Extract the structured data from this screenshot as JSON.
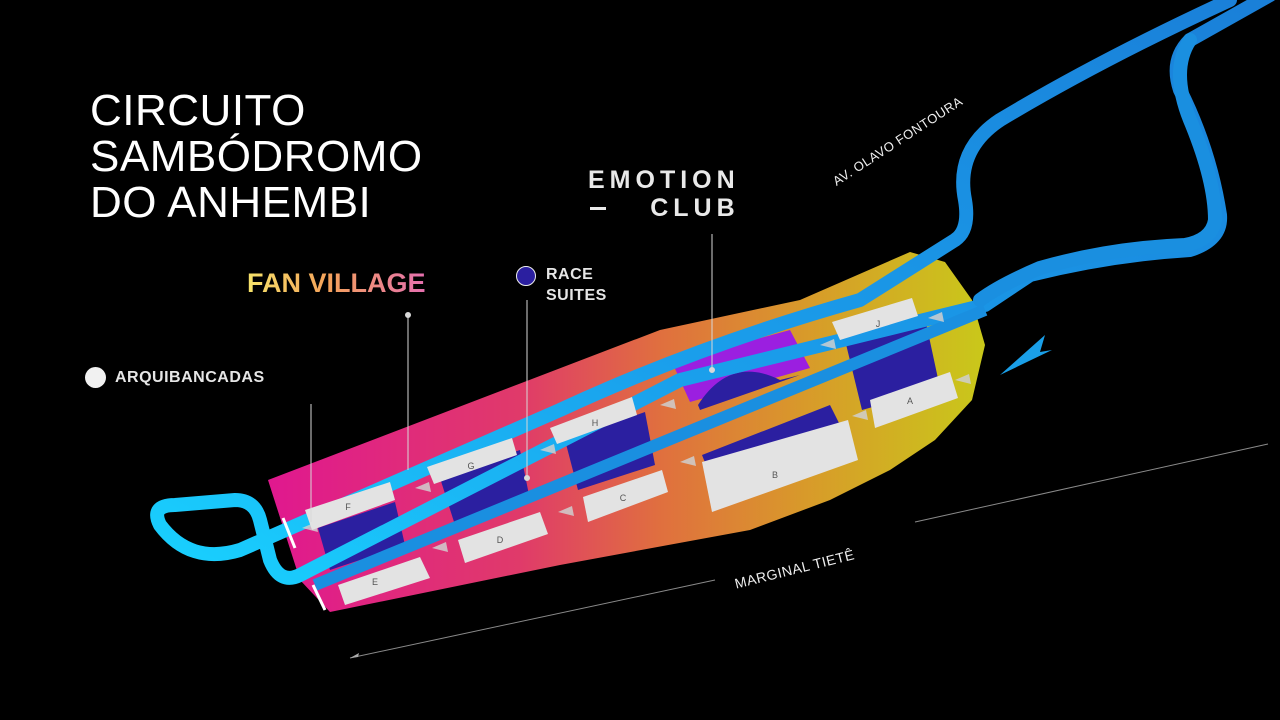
{
  "title": {
    "line1": "CIRCUITO",
    "line2": "SAMBÓDROMO",
    "line3": "DO ANHEMBI"
  },
  "zones": {
    "emotion_club_line1": "EMOTION",
    "emotion_club_line2": "CLUB",
    "fan_village": "FAN VILLAGE",
    "race_suites_line1": "RACE",
    "race_suites_line2": "SUITES"
  },
  "legend": {
    "arquibancadas": "ARQUIBANCADAS"
  },
  "streets": {
    "olavo": "AV. OLAVO FONTOURA",
    "tiete": "MARGINAL TIETÊ"
  },
  "stands": [
    "A",
    "B",
    "C",
    "D",
    "E",
    "F",
    "G",
    "H",
    "J"
  ],
  "colors": {
    "background": "#000000",
    "track": "#1a8fe0",
    "track_highlight": "#18c8ff",
    "zone_magenta": "#e0188f",
    "zone_orange": "#e07a3a",
    "zone_yellow": "#cfc21a",
    "emotion_club": "#9b1fe0",
    "race_suites": "#2b1fa0",
    "stand": "#e3e3e3"
  }
}
